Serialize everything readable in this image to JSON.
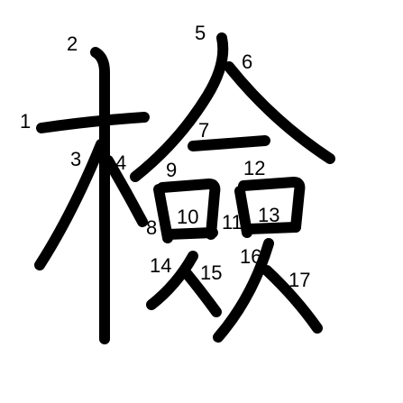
{
  "character": "檢",
  "stroke_count": 17,
  "colors": {
    "stroke": "#000000",
    "background": "#ffffff",
    "label": "#000000"
  },
  "stroke_labels": [
    "1",
    "2",
    "3",
    "4",
    "5",
    "6",
    "7",
    "8",
    "9",
    "10",
    "11",
    "12",
    "13",
    "14",
    "15",
    "16",
    "17"
  ]
}
